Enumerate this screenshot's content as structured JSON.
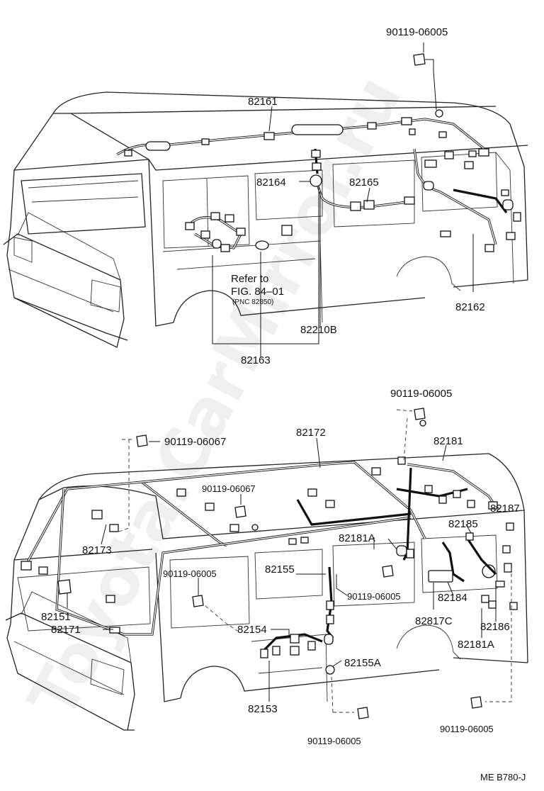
{
  "watermark": "Toyota.CarMirror.ru",
  "drawing_code": "ME B780-J",
  "top": {
    "labels": {
      "bolt_top": "90119-06005",
      "harness_roof": "82161",
      "grommet": "82164",
      "harness_mid": "82165",
      "ref_line1": "Refer to",
      "ref_line2": "FIG. 84–01",
      "ref_line3": "(PNC 82850)",
      "clamp": "82210B",
      "harness_rear": "82162",
      "harness_main": "82163"
    }
  },
  "bottom": {
    "labels": {
      "bolt_a": "90119-06005",
      "bolt_b": "90119-06067",
      "roof": "82172",
      "right_roof": "82181",
      "bolt_c": "90119-06067",
      "side_a": "82173",
      "part_187": "82187",
      "part_181a_top": "82181A",
      "part_185": "82185",
      "bolt_d": "90119-06005",
      "part_155": "82155",
      "bolt_e": "90119-06005",
      "part_151": "82151",
      "part_184": "82184",
      "part_171": "82171",
      "part_154": "82154",
      "part_817c": "82817C",
      "part_186": "82186",
      "part_181a_bot": "82181A",
      "part_155a": "82155A",
      "part_153": "82153",
      "bolt_f": "90119-06005",
      "bolt_g": "90119-06005"
    }
  }
}
